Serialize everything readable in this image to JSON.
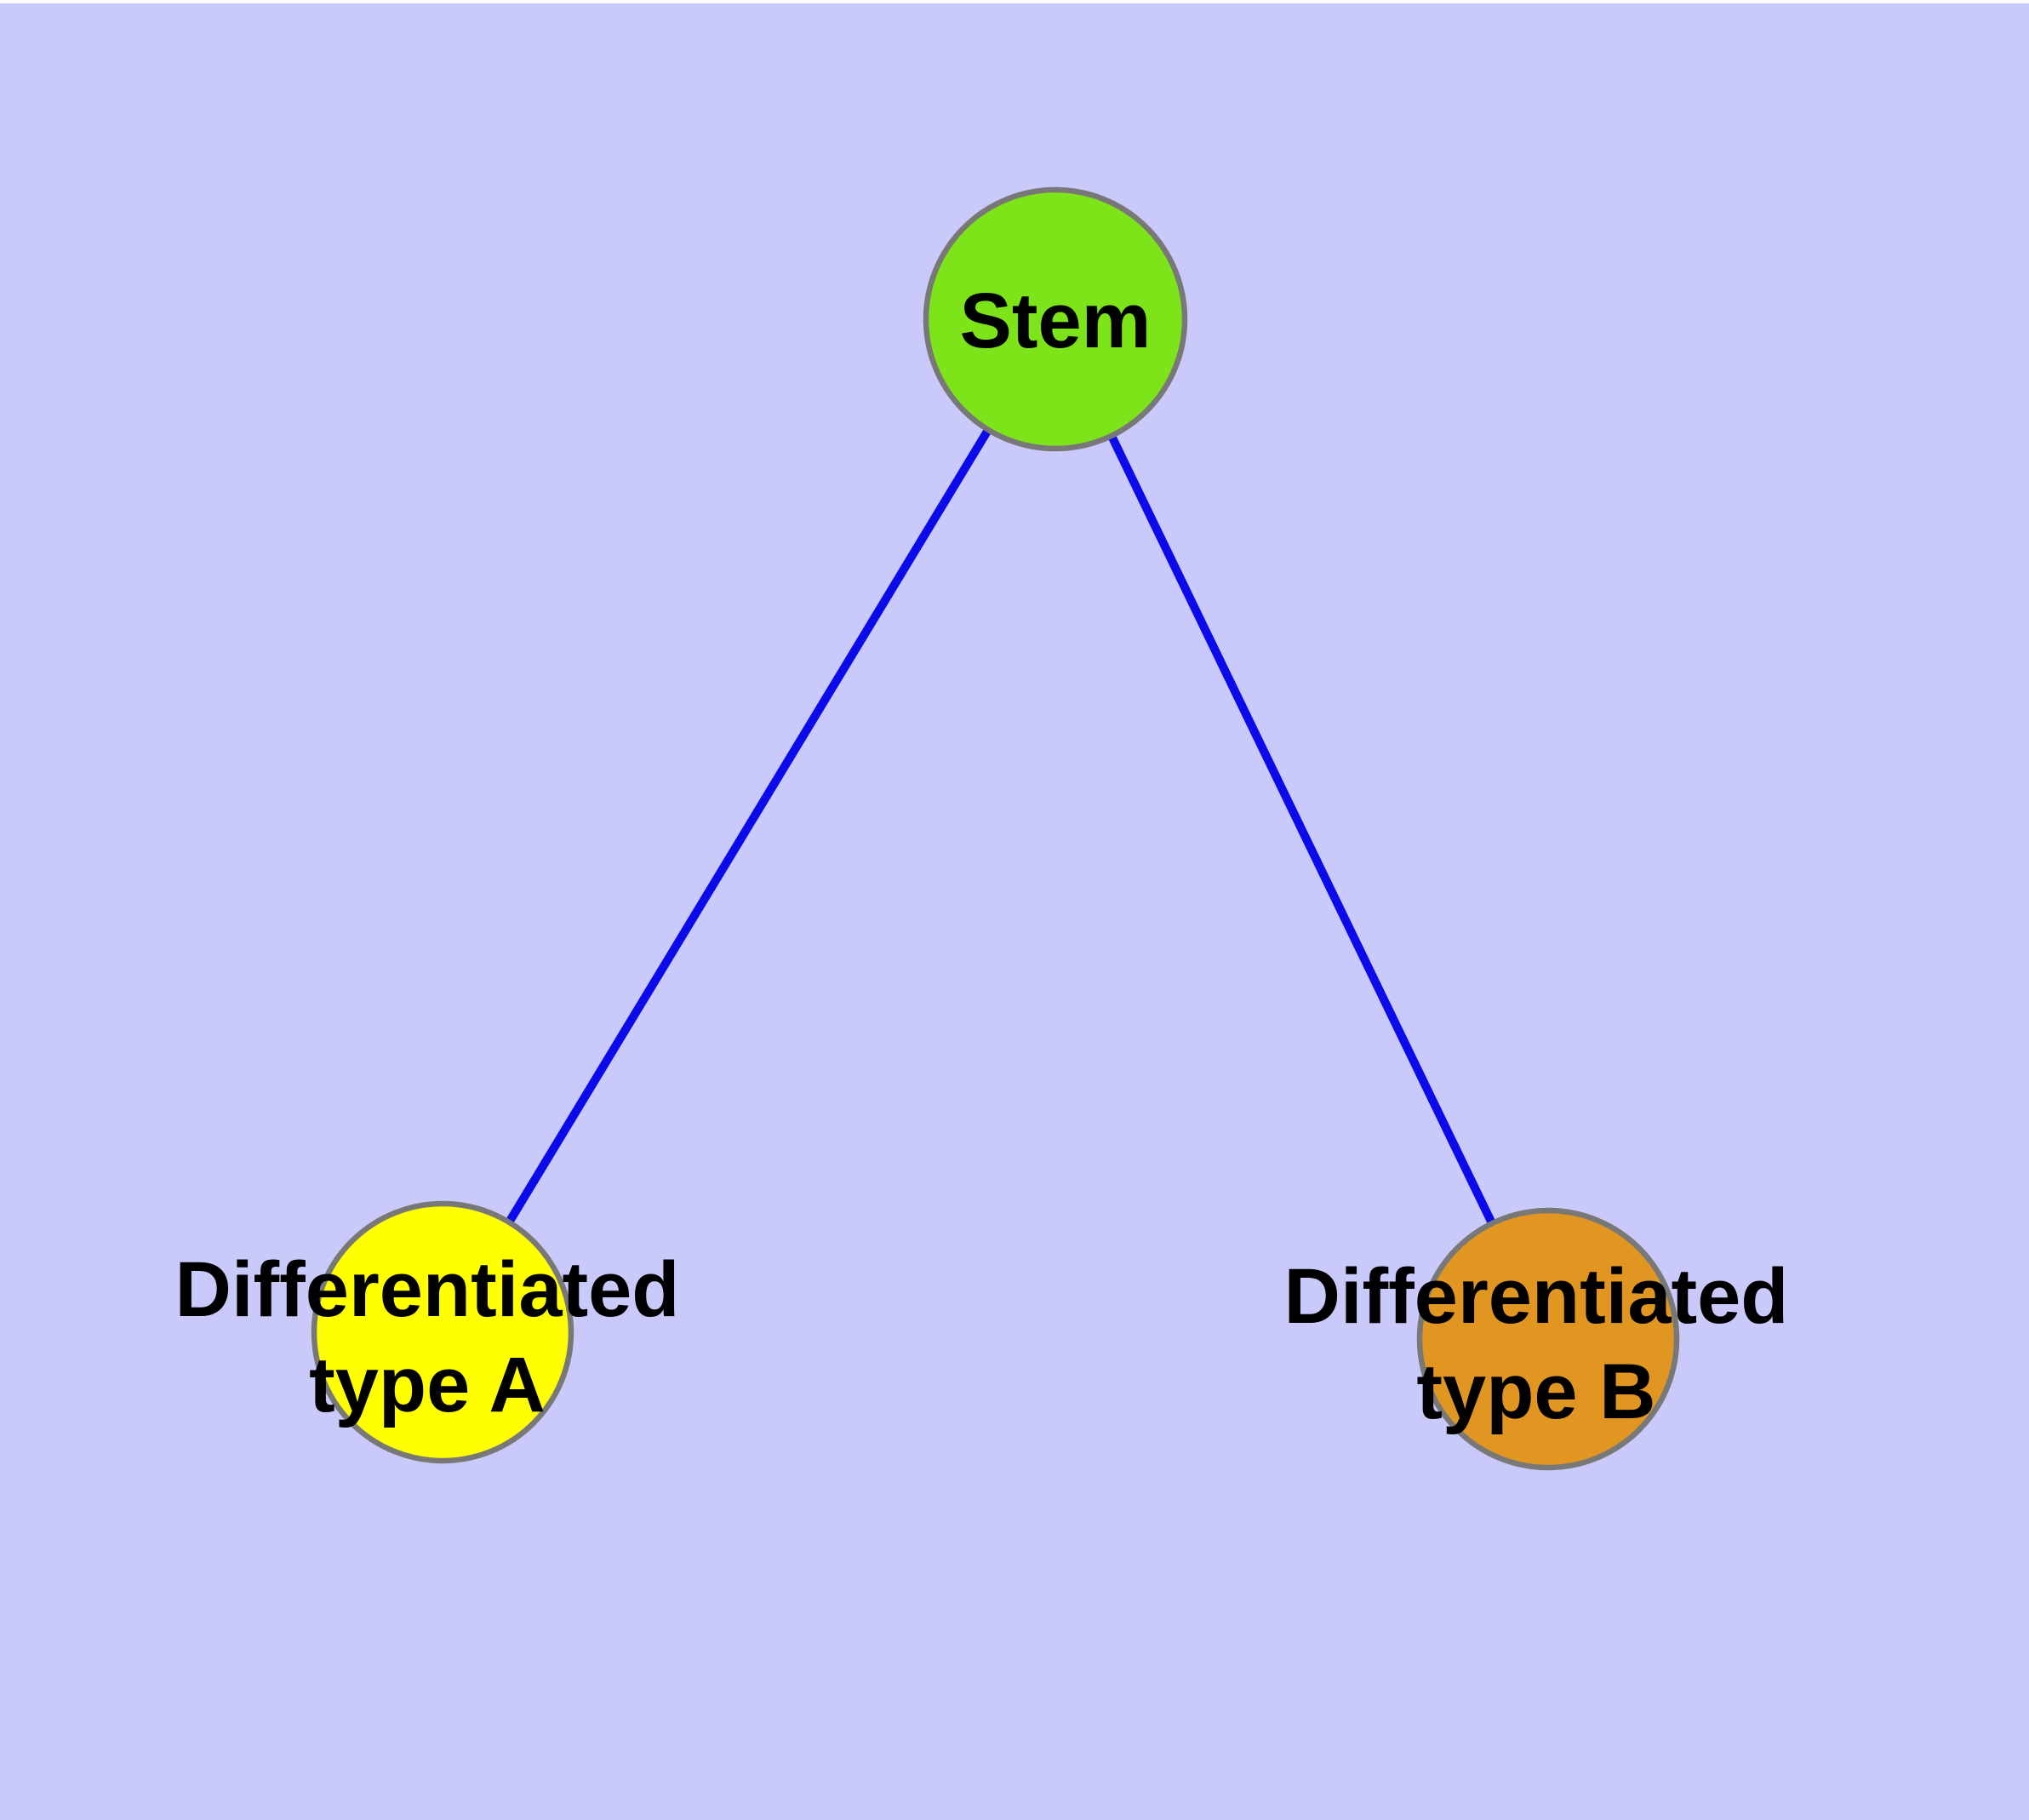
{
  "diagram": {
    "background_color": "#CACAFA",
    "top_strip_color": "#FFFFFF",
    "edge_color": "#0A0AEB",
    "node_border_color": "#787878",
    "label_color": "#000000",
    "nodes": [
      {
        "id": "stem",
        "label": "Stem",
        "fill": "#7DE41A"
      },
      {
        "id": "type-a",
        "label_line1": "Differentiated",
        "label_line2": "type A",
        "fill": "#FFFF00"
      },
      {
        "id": "type-b",
        "label_line1": "Differentiated",
        "label_line2": "type B",
        "fill": "#E09620"
      }
    ],
    "edges": [
      {
        "from": "stem",
        "to": "type-a"
      },
      {
        "from": "stem",
        "to": "type-b"
      }
    ]
  }
}
